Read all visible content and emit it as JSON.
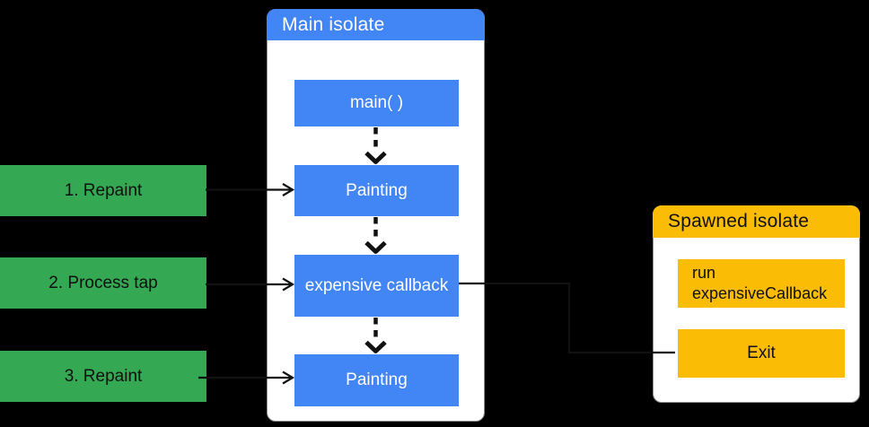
{
  "colors": {
    "background": "#000000",
    "panel": "#FFFFFF",
    "blue": "#4285F4",
    "green": "#34A853",
    "yellow": "#FBBC05",
    "line": "#111111"
  },
  "events": [
    {
      "label": "1. Repaint"
    },
    {
      "label": "2. Process tap"
    },
    {
      "label": "3. Repaint"
    }
  ],
  "main_isolate": {
    "title": "Main isolate",
    "steps": [
      "main( )",
      "Painting",
      "expensive callback",
      "Painting"
    ]
  },
  "spawned_isolate": {
    "title": "Spawned isolate",
    "steps": [
      "run\nexpensiveCallback",
      "Exit"
    ]
  }
}
